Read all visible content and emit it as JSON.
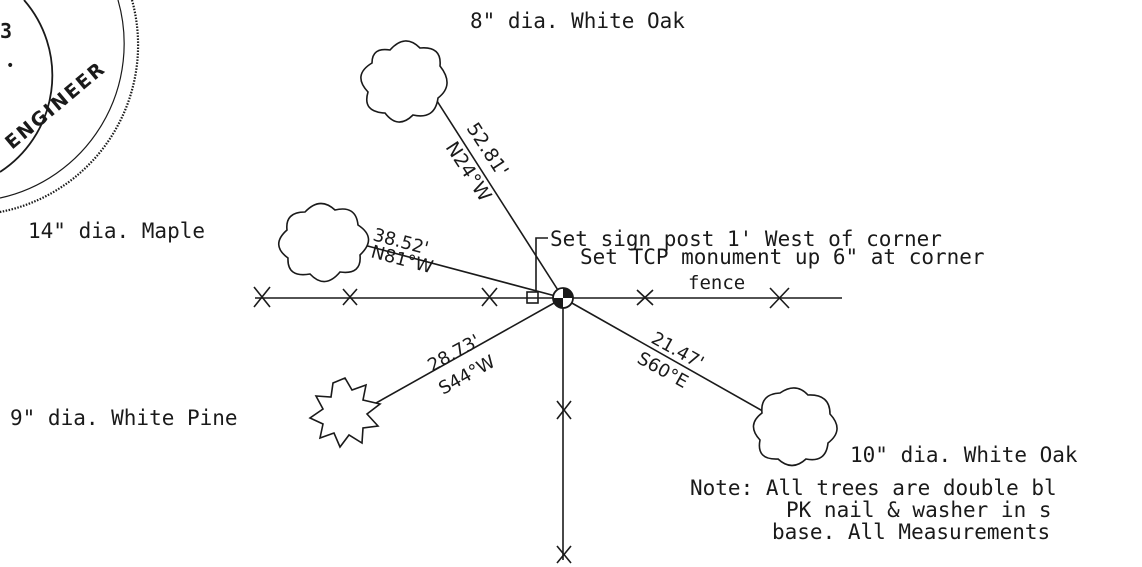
{
  "seal": {
    "text": "ENGINEER"
  },
  "trees": [
    {
      "label": "8\" dia. White Oak"
    },
    {
      "label": "14\" dia. Maple"
    },
    {
      "label": "9\" dia. White Pine"
    },
    {
      "label": "10\" dia. White Oak"
    }
  ],
  "ties": [
    {
      "distance": "52.81'",
      "bearing": "N24°W"
    },
    {
      "distance": "38.52'",
      "bearing": "N81°W"
    },
    {
      "distance": "28.73'",
      "bearing": "S44°W"
    },
    {
      "distance": "21.47'",
      "bearing": "S60°E"
    }
  ],
  "notes": {
    "sign_post": "Set sign post 1' West of corner",
    "monument": "Set TCP monument up 6\" at corner",
    "fence": "fence",
    "note_line1": "Note: All trees are double bl",
    "note_line2": "PK nail & washer in s",
    "note_line3": "base. All Measurements"
  }
}
